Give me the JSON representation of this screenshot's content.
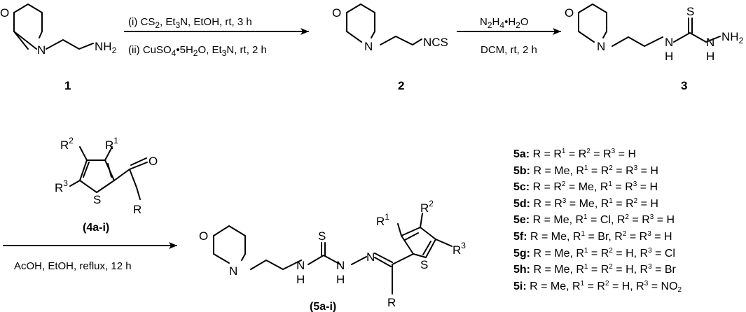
{
  "atoms": {
    "O": "O",
    "N": "N",
    "S": "S",
    "H": "H",
    "NH": "NH",
    "C": "C",
    "R": "R",
    "NH2_main": "NH",
    "NH2_sub": "2",
    "NCS": "NCS",
    "R1_main": "R",
    "R1_sup": "1",
    "R2_main": "R",
    "R2_sup": "2",
    "R3_main": "R",
    "R3_sup": "3"
  },
  "step1": {
    "line1_prefix": "(i) CS",
    "line1_sub": "2",
    "line1_mid": ", Et",
    "line1_sub2": "3",
    "line1_suffix": "N, EtOH, rt, 3 h",
    "line2_prefix": "(ii) CuSO",
    "line2_sub": "4",
    "line2_mid": "•5H",
    "line2_sub2": "2",
    "line2_mid2": "O, Et",
    "line2_sub3": "3",
    "line2_suffix": "N, rt, 2 h"
  },
  "step2": {
    "line1_p1": "N",
    "line1_s1": "2",
    "line1_p2": "H",
    "line1_s2": "4",
    "line1_p3": "•H",
    "line1_s3": "2",
    "line1_p4": "O",
    "line2": "DCM, rt, 2 h"
  },
  "step3": {
    "conditions": "AcOH, EtOH, reflux, 12 h"
  },
  "compounds": {
    "c1": "1",
    "c2": "2",
    "c3": "3",
    "c4": "(4a-i)",
    "c5": "(5a-i)"
  },
  "legend": [
    {
      "id": "5a:",
      "p1": " R = R",
      "s1": "1",
      "p2": " = R",
      "s2": "2",
      "p3": " = R",
      "s3": "3",
      "p4": " = H",
      "s4": "",
      "p5": ""
    },
    {
      "id": "5b:",
      "p1": " R = Me, R",
      "s1": "1",
      "p2": " = R",
      "s2": "2",
      "p3": " = R",
      "s3": "3",
      "p4": " = H",
      "s4": "",
      "p5": ""
    },
    {
      "id": "5c:",
      "p1": " R = R",
      "s1": "2",
      "p2": " = Me, R",
      "s2": "1",
      "p3": " = R",
      "s3": "3",
      "p4": " = H",
      "s4": "",
      "p5": ""
    },
    {
      "id": "5d:",
      "p1": " R = R",
      "s1": "3",
      "p2": " = Me, R",
      "s2": "1",
      "p3": " = R",
      "s3": "2",
      "p4": " = H",
      "s4": "",
      "p5": ""
    },
    {
      "id": "5e:",
      "p1": " R = Me, R",
      "s1": "1",
      "p2": " = Cl, R",
      "s2": "2",
      "p3": " = R",
      "s3": "3",
      "p4": " = H",
      "s4": "",
      "p5": ""
    },
    {
      "id": "5f:",
      "p1": " R = Me, R",
      "s1": "1",
      "p2": " = Br, R",
      "s2": "2",
      "p3": " = R",
      "s3": "3",
      "p4": " = H",
      "s4": "",
      "p5": ""
    },
    {
      "id": "5g:",
      "p1": " R = Me, R",
      "s1": "1",
      "p2": " = R",
      "s2": "2",
      "p3": " = H, R",
      "s3": "3",
      "p4": " = Cl",
      "s4": "",
      "p5": ""
    },
    {
      "id": "5h:",
      "p1": " R = Me, R",
      "s1": "1",
      "p2": " = R",
      "s2": "2",
      "p3": " = H, R",
      "s3": "3",
      "p4": " = Br",
      "s4": "",
      "p5": ""
    },
    {
      "id": "5i:",
      "p1": "  R = Me, R",
      "s1": "1",
      "p2": " = R",
      "s2": "2",
      "p3": " = H, R",
      "s3": "3",
      "p4": " = NO",
      "s4": "2",
      "p5": ""
    }
  ]
}
